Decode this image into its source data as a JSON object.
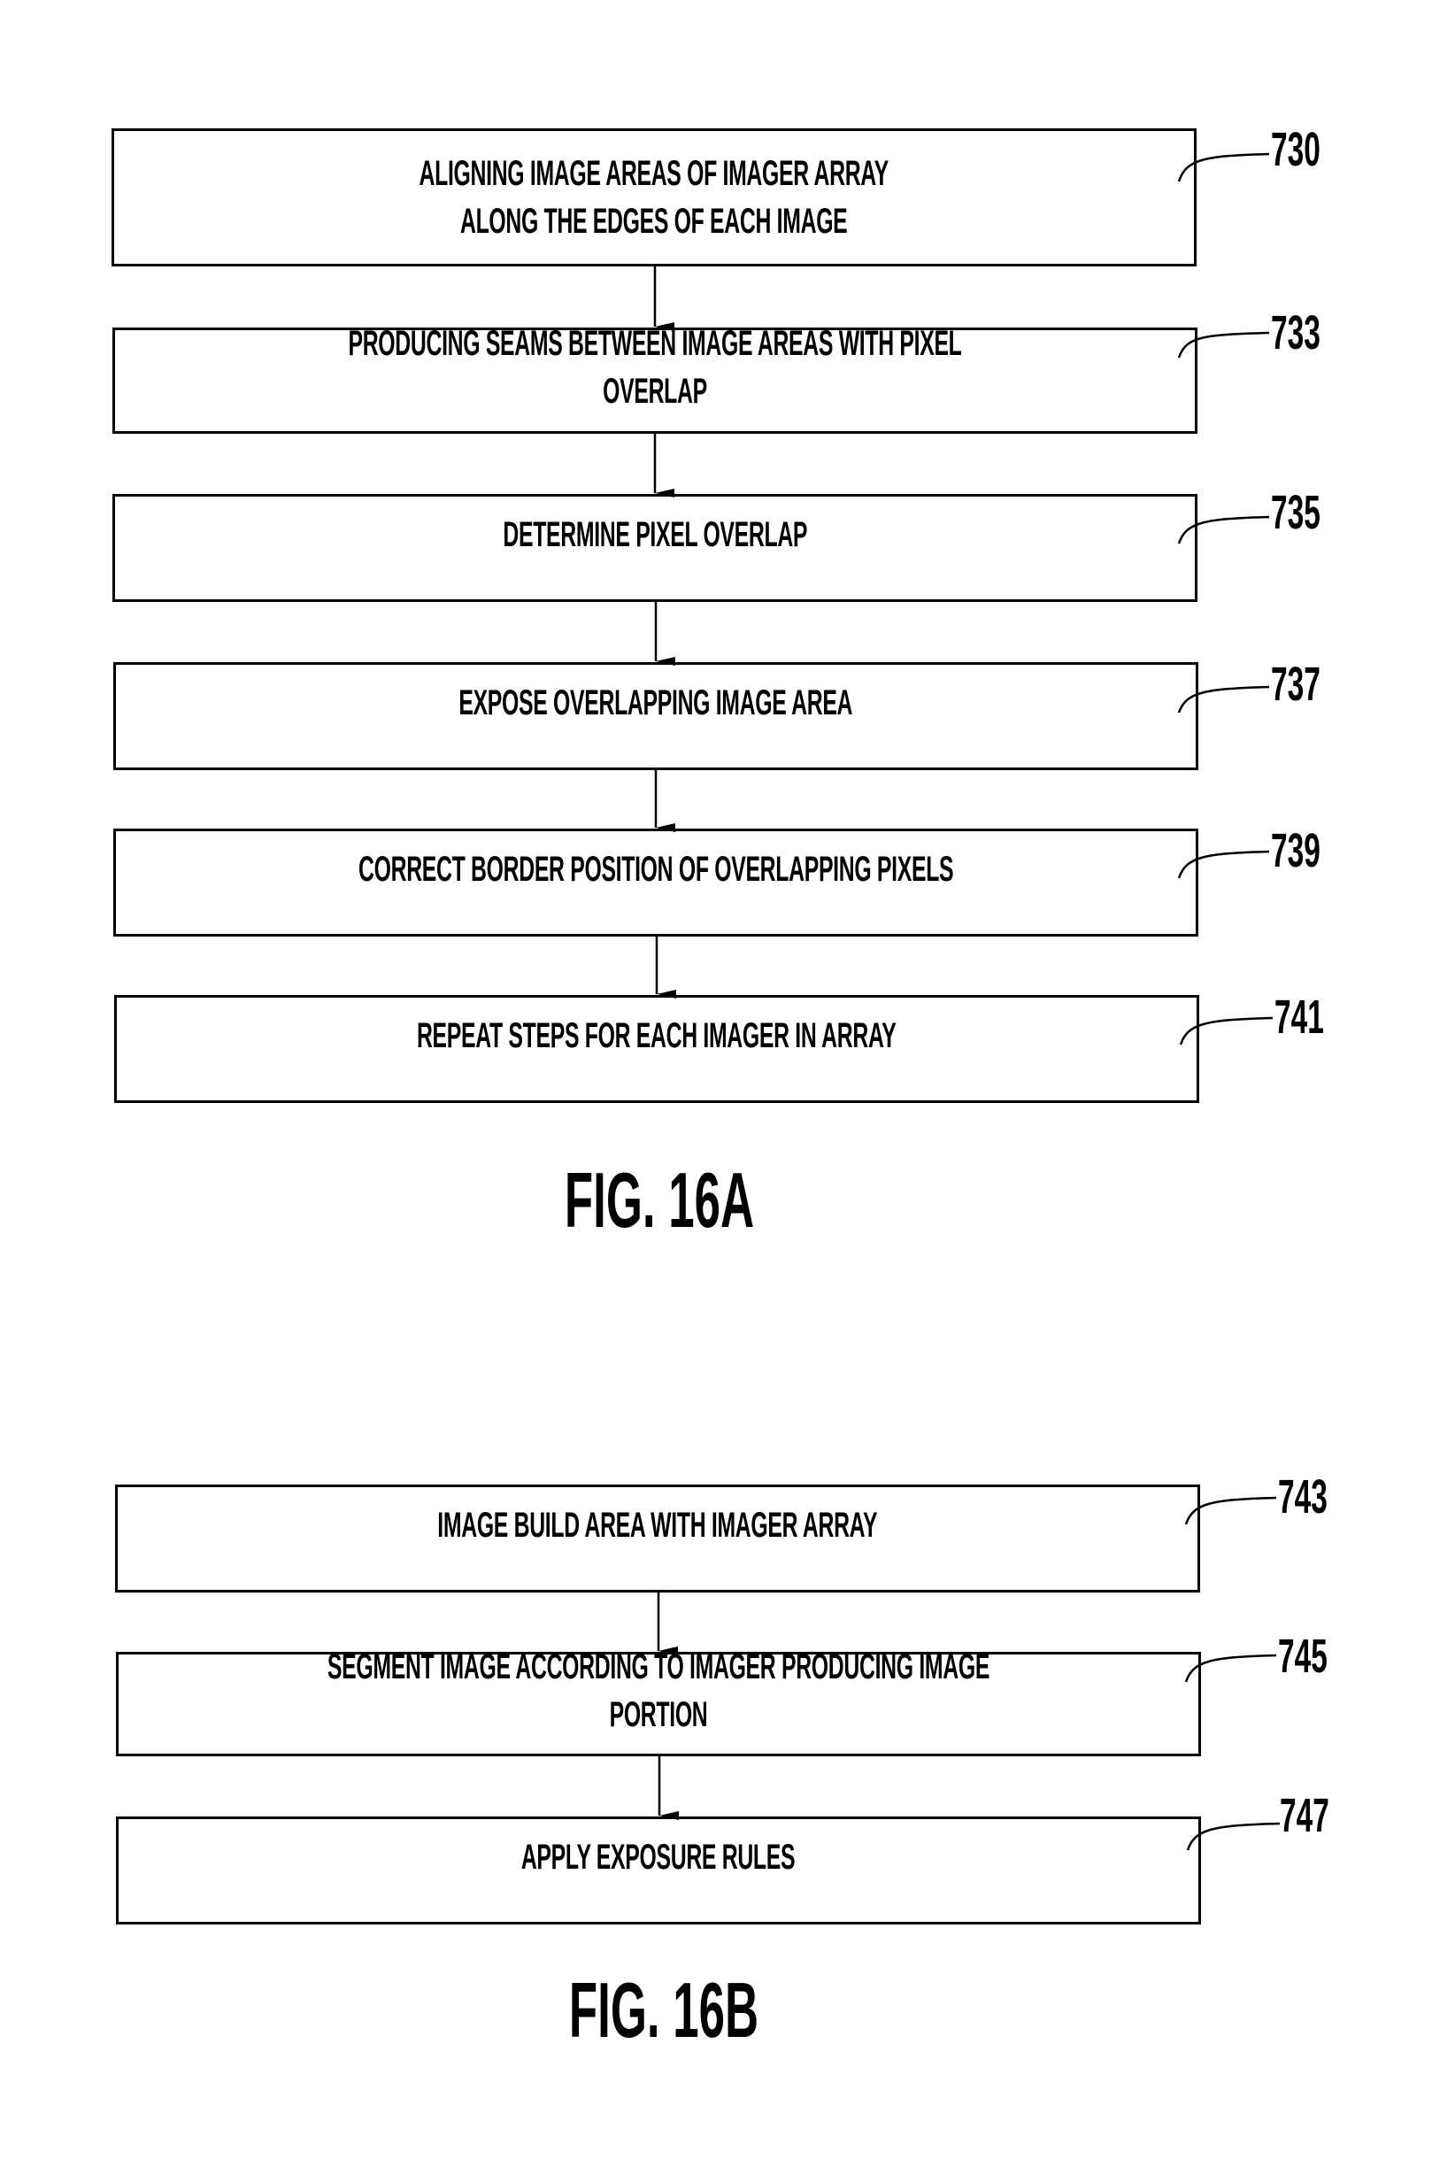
{
  "figures": [
    {
      "label": "FIG. 16A",
      "steps": [
        {
          "ref": "730",
          "text": "ALIGNING IMAGE AREAS OF IMAGER ARRAY\nALONG THE EDGES OF EACH IMAGE"
        },
        {
          "ref": "733",
          "text": "PRODUCING SEAMS BETWEEN IMAGE AREAS WITH PIXEL OVERLAP"
        },
        {
          "ref": "735",
          "text": "DETERMINE PIXEL OVERLAP"
        },
        {
          "ref": "737",
          "text": "EXPOSE OVERLAPPING IMAGE AREA"
        },
        {
          "ref": "739",
          "text": "CORRECT BORDER POSITION OF OVERLAPPING PIXELS"
        },
        {
          "ref": "741",
          "text": "REPEAT STEPS FOR EACH IMAGER IN ARRAY"
        }
      ]
    },
    {
      "label": "FIG. 16B",
      "steps": [
        {
          "ref": "743",
          "text": "IMAGE BUILD AREA WITH IMAGER ARRAY"
        },
        {
          "ref": "745",
          "text": "SEGMENT IMAGE ACCORDING TO IMAGER PRODUCING IMAGE PORTION"
        },
        {
          "ref": "747",
          "text": "APPLY EXPOSURE RULES"
        }
      ]
    }
  ]
}
